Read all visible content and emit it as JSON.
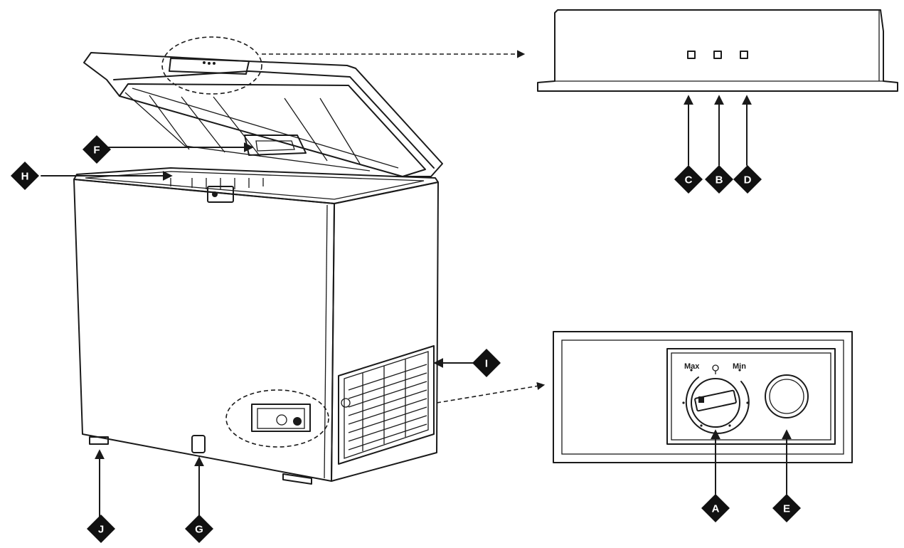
{
  "callouts": {
    "A": "A",
    "B": "B",
    "C": "C",
    "D": "D",
    "E": "E",
    "F": "F",
    "G": "G",
    "H": "H",
    "I": "I",
    "J": "J"
  },
  "control_panel": {
    "max_label": "Max",
    "min_label": "Min"
  }
}
